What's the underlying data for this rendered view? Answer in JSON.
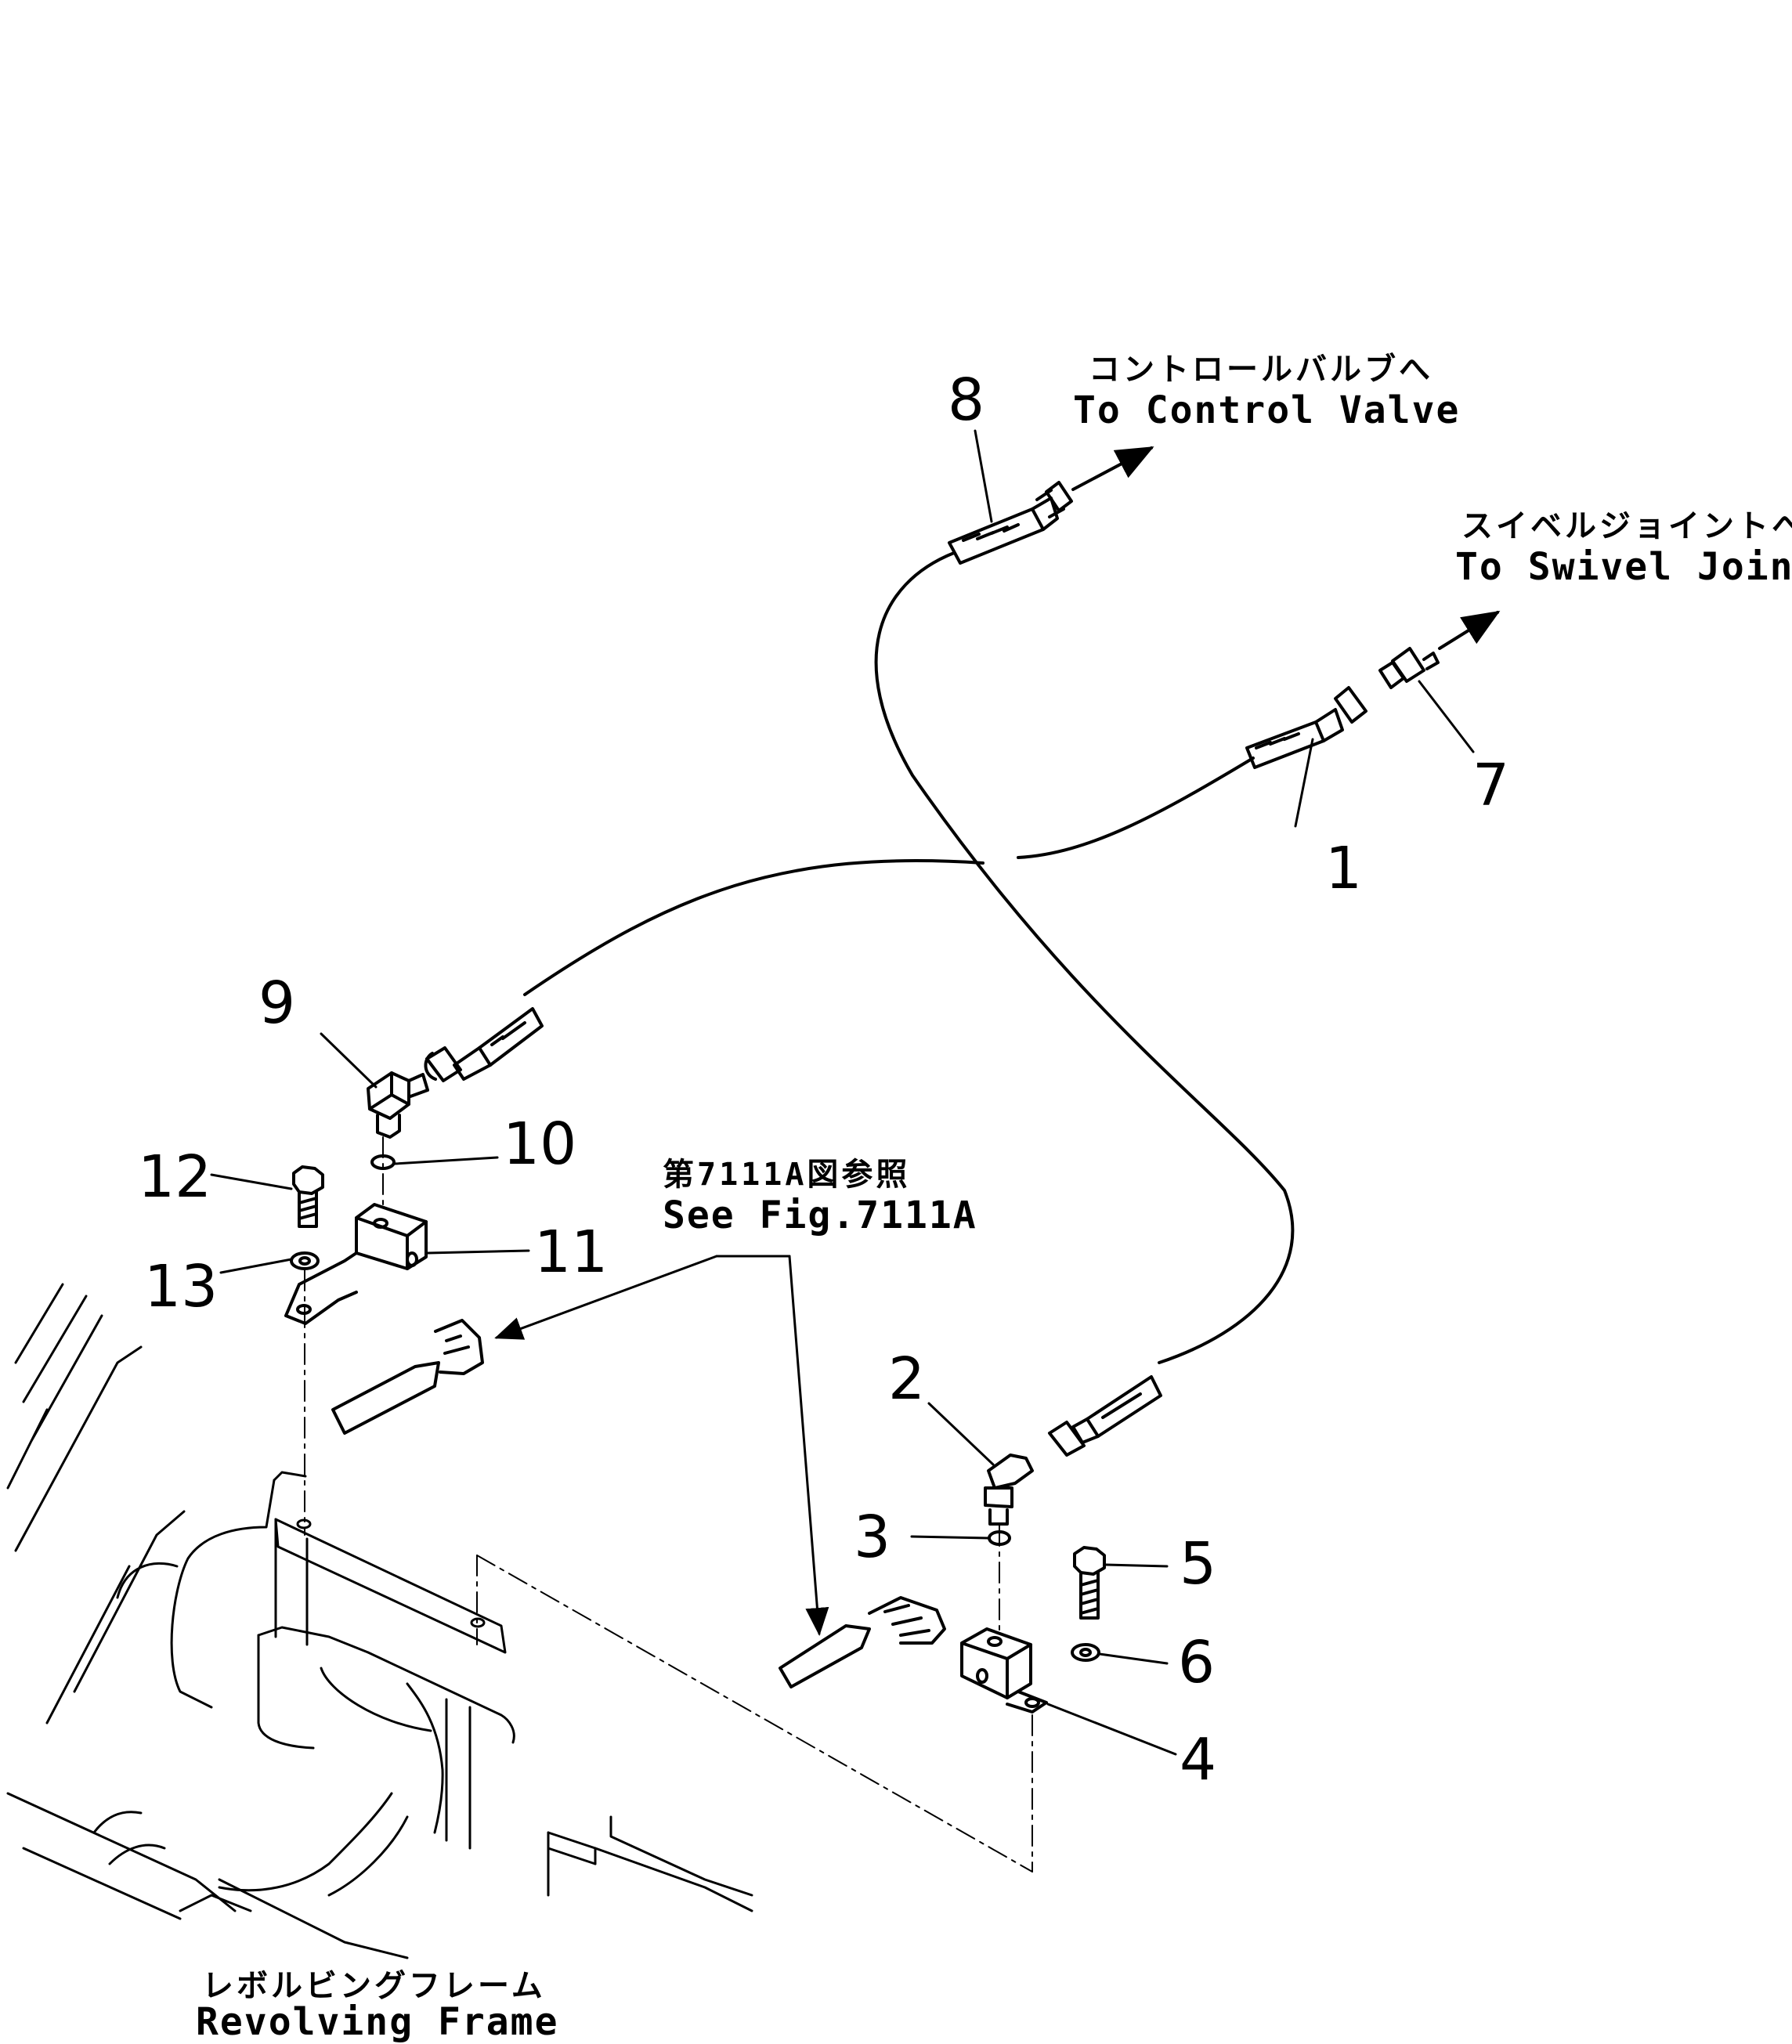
{
  "parts": [
    {
      "id": "part-1",
      "number": "1"
    },
    {
      "id": "part-2",
      "number": "2"
    },
    {
      "id": "part-3",
      "number": "3"
    },
    {
      "id": "part-4",
      "number": "4"
    },
    {
      "id": "part-5",
      "number": "5"
    },
    {
      "id": "part-6",
      "number": "6"
    },
    {
      "id": "part-7",
      "number": "7"
    },
    {
      "id": "part-8",
      "number": "8"
    },
    {
      "id": "part-9",
      "number": "9"
    },
    {
      "id": "part-10",
      "number": "10"
    },
    {
      "id": "part-11",
      "number": "11"
    },
    {
      "id": "part-12",
      "number": "12"
    },
    {
      "id": "part-13",
      "number": "13"
    }
  ],
  "callouts": {
    "control_valve": {
      "jp": "コントロールバルブへ",
      "en": "To Control Valve"
    },
    "swivel_joint": {
      "jp": "スイベルジョイントへ",
      "en": "To Swivel Joint"
    },
    "see_fig": {
      "jp": "第7111A図参照",
      "en": "See Fig.7111A"
    },
    "revolving_frame": {
      "jp": "レボルビングフレーム",
      "en": "Revolving Frame"
    }
  },
  "colors": {
    "line": "#000000",
    "background": "#ffffff"
  }
}
